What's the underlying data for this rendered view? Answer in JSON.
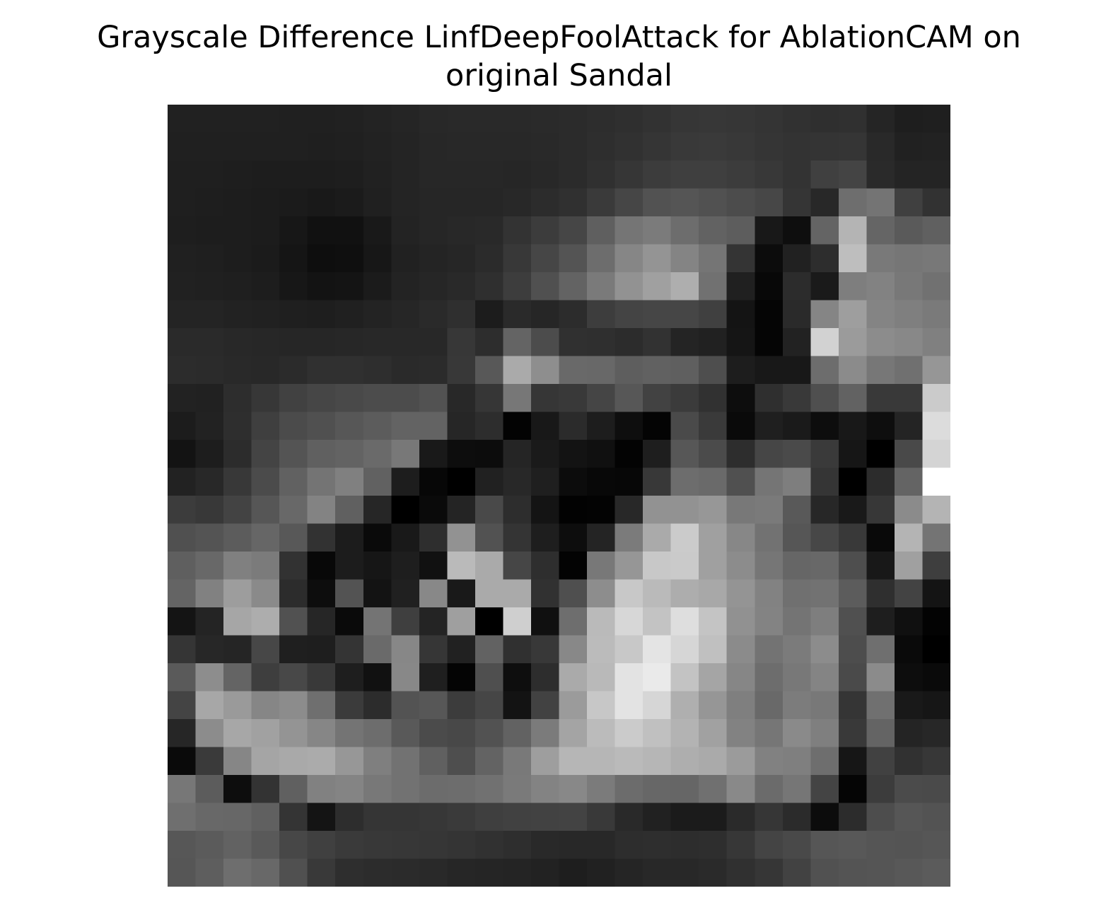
{
  "chart_data": {
    "type": "heatmap",
    "title": "Grayscale Difference LinfDeepFoolAttack for AblationCAM on original Sandal",
    "title_lines": [
      "Grayscale Difference LinfDeepFoolAttack for AblationCAM on",
      "original Sandal"
    ],
    "colormap": "gray",
    "axis": "off",
    "grid": false,
    "legend": "none",
    "rows": 28,
    "cols": 28,
    "value_range": [
      0,
      255
    ],
    "values": [
      [
        33,
        33,
        33,
        33,
        32,
        32,
        33,
        35,
        37,
        40,
        41,
        41,
        41,
        42,
        43,
        45,
        47,
        50,
        54,
        55,
        54,
        52,
        49,
        47,
        48,
        37,
        30,
        31
      ],
      [
        32,
        32,
        32,
        32,
        32,
        31,
        32,
        34,
        36,
        39,
        40,
        40,
        40,
        41,
        43,
        46,
        49,
        53,
        57,
        58,
        56,
        53,
        51,
        52,
        53,
        41,
        33,
        34
      ],
      [
        31,
        31,
        30,
        29,
        29,
        29,
        30,
        33,
        36,
        39,
        39,
        39,
        38,
        40,
        43,
        48,
        54,
        60,
        63,
        63,
        60,
        56,
        51,
        64,
        68,
        42,
        36,
        36
      ],
      [
        31,
        30,
        29,
        28,
        27,
        25,
        27,
        32,
        36,
        38,
        38,
        38,
        40,
        44,
        48,
        58,
        70,
        82,
        85,
        81,
        76,
        71,
        53,
        40,
        110,
        116,
        64,
        50
      ],
      [
        30,
        29,
        29,
        28,
        23,
        17,
        17,
        25,
        35,
        38,
        40,
        41,
        51,
        60,
        70,
        95,
        117,
        123,
        109,
        98,
        93,
        24,
        14,
        100,
        180,
        101,
        90,
        96
      ],
      [
        32,
        31,
        29,
        27,
        21,
        14,
        15,
        23,
        33,
        36,
        38,
        43,
        56,
        70,
        84,
        109,
        134,
        148,
        132,
        117,
        52,
        12,
        33,
        45,
        190,
        121,
        118,
        120
      ],
      [
        33,
        32,
        31,
        29,
        23,
        19,
        20,
        27,
        35,
        38,
        41,
        47,
        61,
        80,
        99,
        122,
        146,
        160,
        174,
        113,
        32,
        8,
        44,
        26,
        126,
        130,
        120,
        113
      ],
      [
        36,
        36,
        34,
        33,
        31,
        30,
        32,
        35,
        38,
        42,
        47,
        28,
        42,
        38,
        44,
        61,
        68,
        70,
        70,
        64,
        20,
        5,
        42,
        133,
        158,
        132,
        127,
        122
      ],
      [
        42,
        42,
        40,
        39,
        38,
        38,
        39,
        40,
        40,
        40,
        55,
        45,
        100,
        76,
        48,
        47,
        44,
        50,
        36,
        33,
        21,
        5,
        34,
        210,
        155,
        140,
        136,
        128
      ],
      [
        44,
        43,
        41,
        40,
        43,
        48,
        48,
        46,
        42,
        43,
        56,
        88,
        170,
        142,
        105,
        104,
        94,
        97,
        95,
        78,
        29,
        24,
        24,
        109,
        139,
        119,
        112,
        150
      ],
      [
        34,
        33,
        45,
        55,
        65,
        70,
        73,
        76,
        76,
        82,
        40,
        54,
        119,
        54,
        57,
        69,
        87,
        66,
        59,
        49,
        13,
        47,
        57,
        79,
        98,
        57,
        57,
        203
      ],
      [
        28,
        34,
        46,
        63,
        75,
        80,
        87,
        92,
        99,
        99,
        38,
        45,
        3,
        24,
        43,
        29,
        14,
        4,
        74,
        58,
        10,
        31,
        26,
        13,
        24,
        14,
        36,
        220
      ],
      [
        19,
        29,
        44,
        68,
        84,
        96,
        99,
        106,
        120,
        25,
        13,
        12,
        37,
        26,
        19,
        16,
        3,
        30,
        87,
        75,
        45,
        70,
        74,
        58,
        22,
        0,
        73,
        212
      ],
      [
        34,
        40,
        56,
        75,
        97,
        116,
        128,
        97,
        29,
        7,
        0,
        33,
        40,
        31,
        12,
        8,
        7,
        56,
        109,
        106,
        80,
        117,
        126,
        53,
        0,
        44,
        100,
        255
      ],
      [
        60,
        56,
        67,
        86,
        104,
        131,
        96,
        38,
        0,
        10,
        36,
        73,
        45,
        20,
        2,
        3,
        40,
        146,
        146,
        151,
        120,
        122,
        89,
        39,
        25,
        55,
        139,
        180
      ],
      [
        80,
        84,
        92,
        102,
        88,
        50,
        28,
        10,
        25,
        46,
        146,
        82,
        52,
        30,
        13,
        36,
        123,
        170,
        203,
        160,
        135,
        114,
        86,
        71,
        57,
        9,
        180,
        116
      ],
      [
        95,
        104,
        128,
        123,
        50,
        8,
        28,
        22,
        30,
        17,
        186,
        170,
        70,
        46,
        3,
        120,
        150,
        200,
        202,
        160,
        140,
        118,
        102,
        104,
        78,
        24,
        160,
        62
      ],
      [
        100,
        129,
        157,
        138,
        44,
        13,
        83,
        19,
        32,
        136,
        25,
        170,
        170,
        49,
        79,
        141,
        200,
        186,
        173,
        168,
        148,
        130,
        112,
        114,
        92,
        47,
        67,
        20
      ],
      [
        20,
        36,
        166,
        173,
        81,
        38,
        10,
        116,
        63,
        36,
        159,
        0,
        207,
        16,
        110,
        186,
        215,
        195,
        222,
        196,
        145,
        131,
        116,
        126,
        80,
        30,
        16,
        3
      ],
      [
        53,
        39,
        37,
        71,
        31,
        30,
        52,
        106,
        135,
        54,
        33,
        98,
        48,
        56,
        136,
        187,
        200,
        228,
        214,
        192,
        139,
        115,
        123,
        140,
        77,
        111,
        10,
        0
      ],
      [
        90,
        141,
        100,
        62,
        72,
        57,
        30,
        17,
        136,
        31,
        4,
        79,
        14,
        45,
        170,
        185,
        227,
        234,
        195,
        165,
        134,
        109,
        120,
        132,
        74,
        139,
        13,
        10
      ],
      [
        68,
        167,
        154,
        134,
        140,
        111,
        59,
        44,
        83,
        87,
        60,
        70,
        19,
        66,
        155,
        199,
        227,
        214,
        175,
        150,
        127,
        105,
        124,
        120,
        53,
        112,
        25,
        22
      ],
      [
        38,
        140,
        167,
        161,
        148,
        134,
        116,
        109,
        89,
        75,
        72,
        82,
        98,
        123,
        164,
        187,
        203,
        192,
        179,
        161,
        130,
        118,
        138,
        127,
        57,
        100,
        36,
        39
      ],
      [
        10,
        58,
        134,
        165,
        169,
        171,
        151,
        127,
        114,
        96,
        78,
        99,
        121,
        158,
        182,
        182,
        186,
        182,
        174,
        170,
        155,
        129,
        127,
        110,
        22,
        65,
        49,
        55
      ],
      [
        119,
        92,
        13,
        51,
        96,
        129,
        132,
        120,
        114,
        108,
        109,
        113,
        122,
        131,
        136,
        123,
        108,
        103,
        102,
        112,
        137,
        107,
        118,
        68,
        5,
        60,
        75,
        74
      ],
      [
        111,
        104,
        103,
        96,
        52,
        20,
        45,
        53,
        53,
        55,
        58,
        63,
        65,
        66,
        67,
        57,
        41,
        33,
        27,
        27,
        42,
        54,
        43,
        12,
        44,
        77,
        86,
        83
      ],
      [
        87,
        91,
        98,
        89,
        71,
        64,
        58,
        56,
        55,
        54,
        52,
        49,
        46,
        41,
        40,
        40,
        45,
        46,
        45,
        46,
        55,
        68,
        73,
        86,
        88,
        85,
        84,
        86
      ],
      [
        86,
        94,
        110,
        104,
        80,
        57,
        46,
        44,
        43,
        41,
        38,
        37,
        36,
        34,
        30,
        33,
        37,
        40,
        40,
        42,
        48,
        54,
        66,
        81,
        84,
        85,
        88,
        91
      ]
    ]
  }
}
